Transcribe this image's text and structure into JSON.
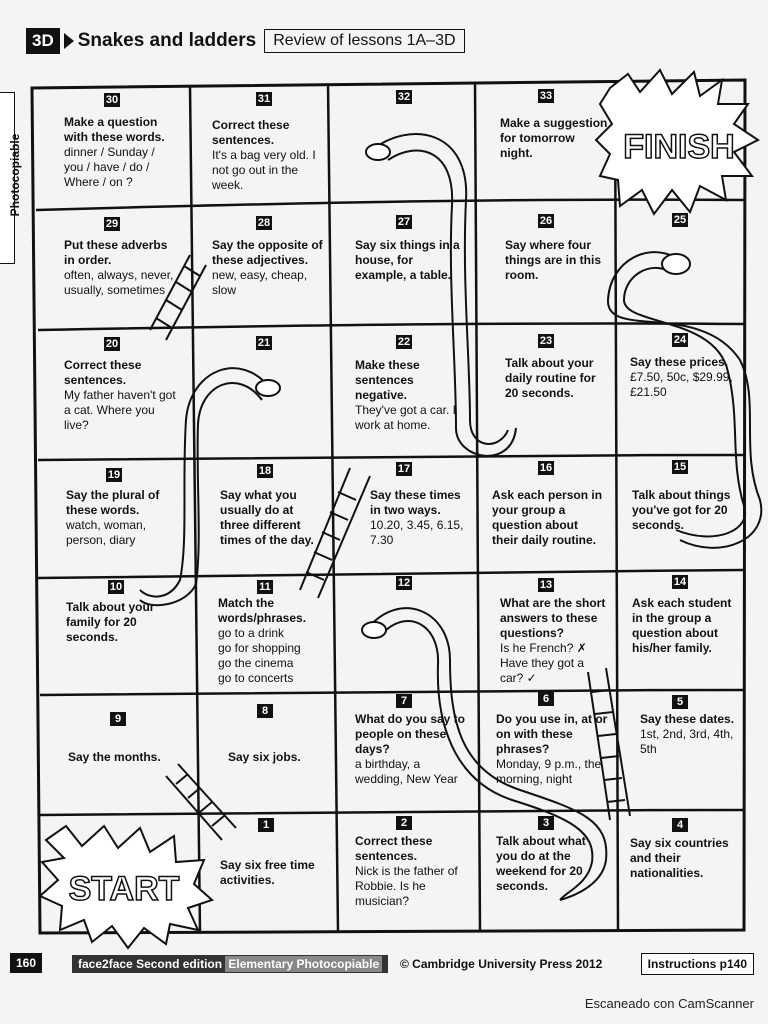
{
  "header": {
    "code": "3D",
    "title": "Snakes and ladders",
    "subtitle": "Review of lessons 1A–3D"
  },
  "side_tab": "Photocopiable",
  "finish_label": "FINISH",
  "start_label": "START",
  "cells": [
    {
      "n": "30",
      "title": "Make a question with these words.",
      "body": "dinner / Sunday / you / have / do / Where / on ?"
    },
    {
      "n": "31",
      "title": "Correct these sentences.",
      "body": "It's a bag very old. I not go out in the week."
    },
    {
      "n": "32",
      "title": "",
      "body": ""
    },
    {
      "n": "33",
      "title": "Make a suggestion for tomorrow night.",
      "body": ""
    },
    {
      "n": "29",
      "title": "Put these adverbs in order.",
      "body": "often, always, never, usually, sometimes"
    },
    {
      "n": "28",
      "title": "Say the opposite of these adjectives.",
      "body": "new, easy, cheap, slow"
    },
    {
      "n": "27",
      "title": "Say six things in a house, for example, a table.",
      "body": ""
    },
    {
      "n": "26",
      "title": "Say where four things are in this room.",
      "body": ""
    },
    {
      "n": "25",
      "title": "",
      "body": ""
    },
    {
      "n": "20",
      "title": "Correct these sentences.",
      "body": "My father haven't got a cat. Where you live?"
    },
    {
      "n": "21",
      "title": "",
      "body": ""
    },
    {
      "n": "22",
      "title": "Make these sentences negative.",
      "body": "They've got a car. I work at home."
    },
    {
      "n": "23",
      "title": "Talk about your daily routine for 20 seconds.",
      "body": ""
    },
    {
      "n": "24",
      "title": "Say these prices.",
      "body": "£7.50, 50c, $29.99, £21.50"
    },
    {
      "n": "19",
      "title": "Say the plural of these words.",
      "body": "watch, woman, person, diary"
    },
    {
      "n": "18",
      "title": "Say what you usually do at three different times of the day.",
      "body": ""
    },
    {
      "n": "17",
      "title": "Say these times in two ways.",
      "body": "10.20, 3.45, 6.15, 7.30"
    },
    {
      "n": "16",
      "title": "Ask each person in your group a question about their daily routine.",
      "body": ""
    },
    {
      "n": "15",
      "title": "Talk about things you've got for 20 seconds.",
      "body": ""
    },
    {
      "n": "10",
      "title": "Talk about your family for 20 seconds.",
      "body": ""
    },
    {
      "n": "11",
      "title": "Match the words/phrases.",
      "body": "go to    a drink\ngo for    shopping\ngo         the cinema\ngo to    concerts"
    },
    {
      "n": "12",
      "title": "",
      "body": ""
    },
    {
      "n": "13",
      "title": "What are the short answers to these questions?",
      "body": "Is he French? ✗ Have they got a car? ✓"
    },
    {
      "n": "14",
      "title": "Ask each student in the group a question about his/her family.",
      "body": ""
    },
    {
      "n": "9",
      "title": "Say the months.",
      "body": ""
    },
    {
      "n": "8",
      "title": "Say six jobs.",
      "body": ""
    },
    {
      "n": "7",
      "title": "What do you say to people on these days?",
      "body": "a birthday, a wedding, New Year"
    },
    {
      "n": "6",
      "title": "Do you use in, at or on with these phrases?",
      "body": "Monday, 9 p.m., the morning, night"
    },
    {
      "n": "5",
      "title": "Say these dates.",
      "body": "1st, 2nd, 3rd, 4th, 5th"
    },
    {
      "n": "1",
      "title": "Say six free time activities.",
      "body": ""
    },
    {
      "n": "2",
      "title": "Correct these sentences.",
      "body": "Nick is the father of Robbie. Is he musician?"
    },
    {
      "n": "3",
      "title": "Talk about what you do at the weekend for 20 seconds.",
      "body": ""
    },
    {
      "n": "4",
      "title": "Say six countries and their nationalities.",
      "body": ""
    }
  ],
  "footer": {
    "page": "160",
    "book": "face2face",
    "edition": "Second edition",
    "level": "Elementary Photocopiable",
    "copyright": "© Cambridge University Press 2012",
    "instructions": "Instructions p140"
  },
  "scanner": "Escaneado con CamScanner"
}
